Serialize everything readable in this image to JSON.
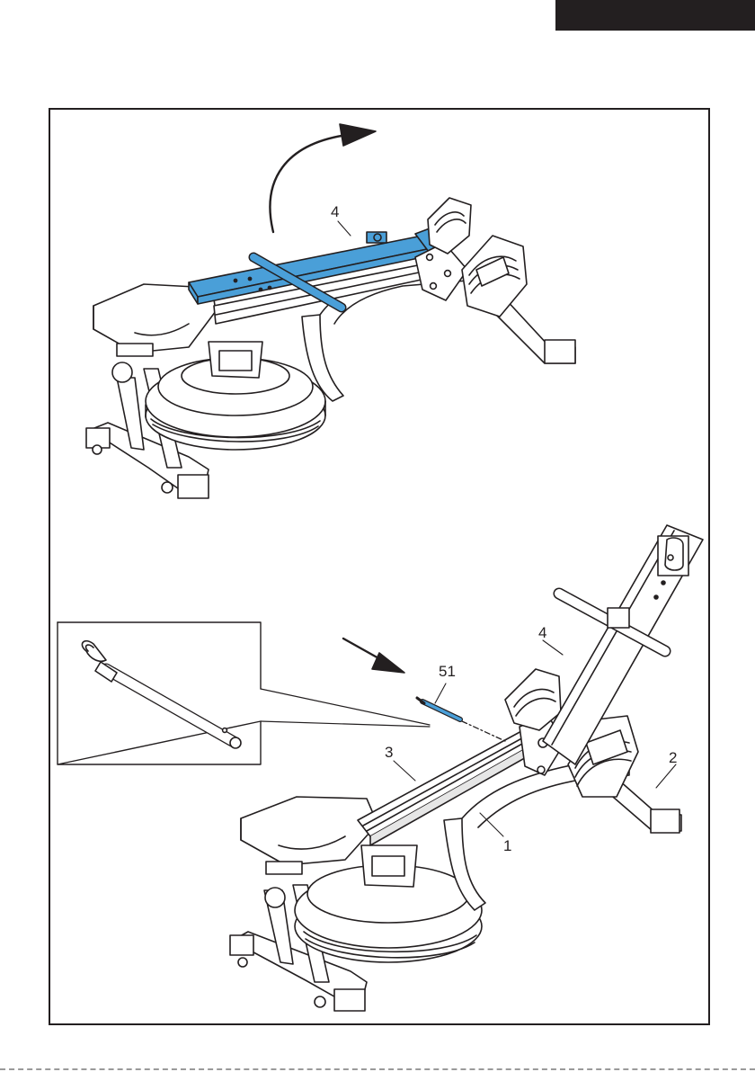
{
  "colors": {
    "line": "#231f20",
    "highlight": "#4a9fd8",
    "fill": "#ffffff",
    "shade": "#e6e6e6"
  },
  "icons": [
    "rotate-arrow-icon",
    "insert-arrow-icon"
  ],
  "callouts": {
    "top_part_4": "4",
    "part_51": "51",
    "bottom_part_4": "4",
    "part_3": "3",
    "part_2": "2",
    "part_1": "1"
  }
}
